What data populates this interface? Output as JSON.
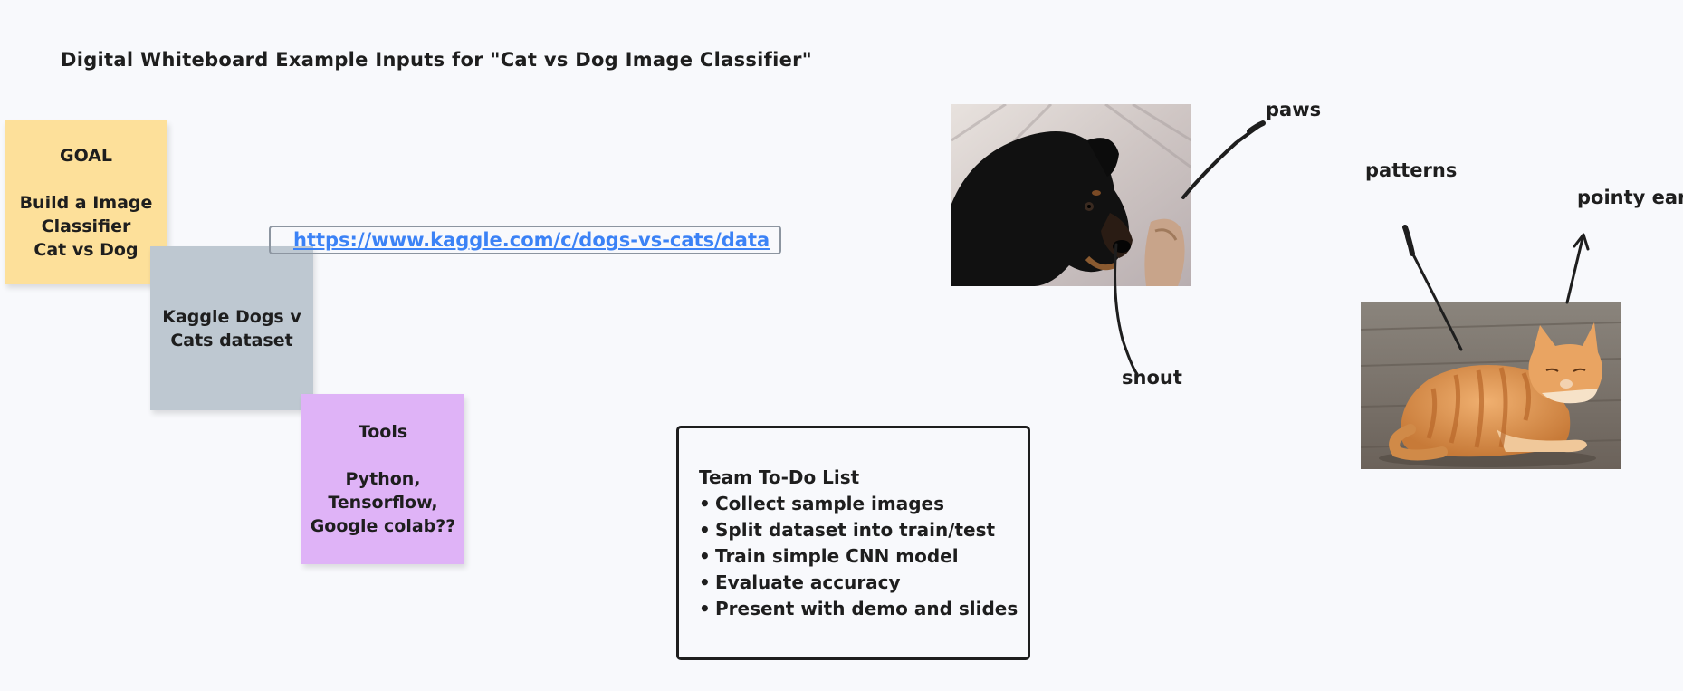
{
  "board": {
    "title": "Digital Whiteboard Example Inputs for \"Cat vs Dog Image Classifier\"",
    "background_color": "#f8f9fc"
  },
  "stickies": {
    "goal": {
      "heading": "GOAL",
      "lines": [
        "Build a Image",
        "Classifier",
        "Cat vs Dog"
      ],
      "color": "#fde09a"
    },
    "kaggle": {
      "lines": [
        "Kaggle Dogs v",
        "Cats dataset"
      ],
      "color": "#bec8d1"
    },
    "tools": {
      "heading": "Tools",
      "lines": [
        "Python,",
        "Tensorflow,",
        "Google colab??"
      ],
      "color": "#dfb3f7"
    }
  },
  "link": {
    "text": "https://www.kaggle.com/c/dogs-vs-cats/data",
    "color": "#3b82f6"
  },
  "images": {
    "dog": {
      "icon": "dog-photo-icon"
    },
    "cat": {
      "icon": "cat-photo-icon"
    }
  },
  "labels": {
    "paws": "paws",
    "snout": "snout",
    "patterns": "patterns",
    "pointy_ears": "pointy ears"
  },
  "todo": {
    "title": "Team To-Do List",
    "bullet": "•",
    "items": [
      "Collect sample images",
      "Split dataset into train/test",
      "Train simple CNN model",
      "Evaluate accuracy",
      "Present with demo and slides"
    ]
  }
}
